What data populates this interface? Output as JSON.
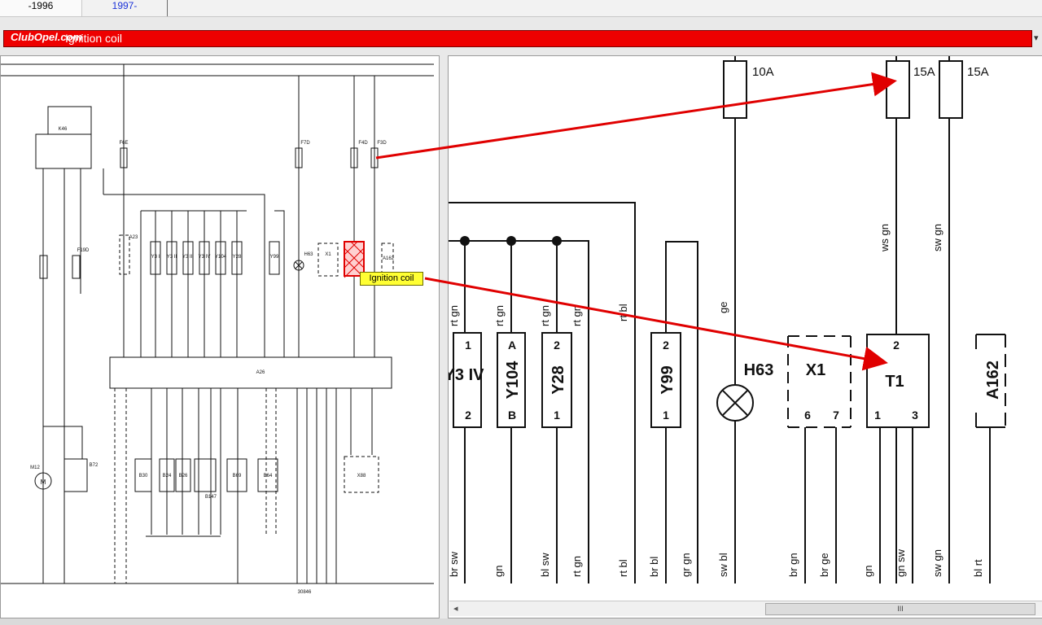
{
  "tabs": [
    {
      "label": "-1996"
    },
    {
      "label": "1997-"
    }
  ],
  "title": {
    "watermark": "ClubOpel.com",
    "text": "Ignition coil"
  },
  "callout": {
    "label": "Ignition coil"
  },
  "left_diagram": {
    "relay": "K46",
    "fuses": [
      "F6E",
      "F7D",
      "F4D",
      "F3D",
      "F19D"
    ],
    "module": "A26",
    "components_top": [
      "A23",
      "Y3 I",
      "Y3 II",
      "Y3 III",
      "Y3 IV",
      "Y104",
      "Y28",
      "Y99",
      "H63",
      "X1",
      "A162"
    ],
    "components_bottom": [
      "M12",
      "B72",
      "B30",
      "B24",
      "B26",
      "B147",
      "B69",
      "B64",
      "X88"
    ],
    "ground_label": "30846"
  },
  "right_diagram": {
    "fuse_ratings": [
      "10A",
      "15A",
      "15A"
    ],
    "wire_colors_top": [
      "ws gn",
      "sw gn",
      "ge",
      "rt bl"
    ],
    "components": [
      {
        "name": "Y3 IV",
        "pins": [
          "1",
          "2"
        ]
      },
      {
        "name": "Y104",
        "pins": [
          "A",
          "B"
        ]
      },
      {
        "name": "Y28",
        "pins": [
          "2",
          "1"
        ]
      },
      {
        "name": "Y99",
        "pins": [
          "2",
          "1"
        ]
      },
      {
        "name": "H63",
        "pins": []
      },
      {
        "name": "X1",
        "pins": [
          "6",
          "7"
        ]
      },
      {
        "name": "T1",
        "pins": [
          "2",
          "1",
          "3"
        ]
      },
      {
        "name": "A162",
        "pins": []
      }
    ],
    "wire_colors_mid": [
      "rt gn",
      "rt gn",
      "rt gn",
      "rt gn"
    ],
    "wire_colors_bottom": [
      "br sw",
      "gn",
      "bl sw",
      "rt gn",
      "rt bl",
      "br bl",
      "gr gn",
      "sw bl",
      "br gn",
      "br ge",
      "gn",
      "gn sw",
      "sw gn",
      "bl rt"
    ]
  },
  "scrollbar": {
    "left_arrow": "◂",
    "thumb_grip": "III"
  }
}
